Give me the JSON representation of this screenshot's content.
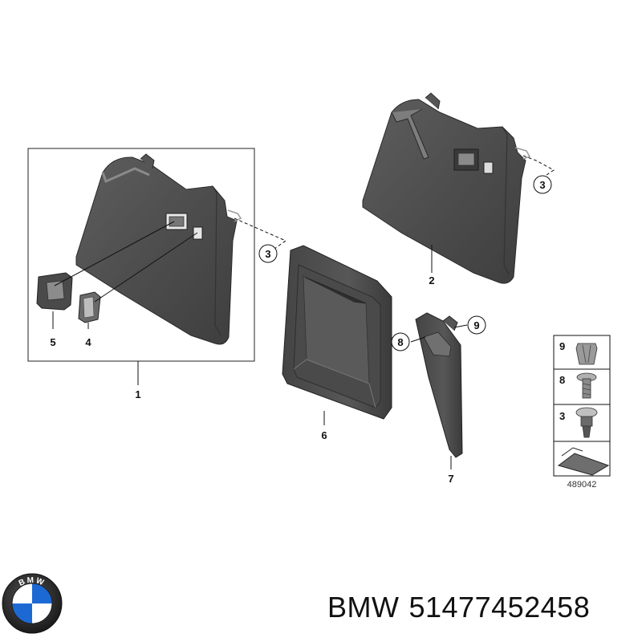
{
  "diagram": {
    "callouts": {
      "c1": "1",
      "c2": "2",
      "c3a": "3",
      "c3b": "3",
      "c4": "4",
      "c5": "5",
      "c6": "6",
      "c7": "7",
      "c8": "8",
      "c9": "9"
    },
    "legend": {
      "row1": "9",
      "row2": "8",
      "row3": "3"
    },
    "reference_number": "489042"
  },
  "brand": {
    "logo_letters": "BMW",
    "name": "BMW",
    "part_number": "51477452458"
  },
  "colors": {
    "panel_dark": "#4a4a4a",
    "panel_mid": "#6b6b6b",
    "panel_light": "#8e8e8e",
    "bmw_blue": "#1c69d4"
  }
}
